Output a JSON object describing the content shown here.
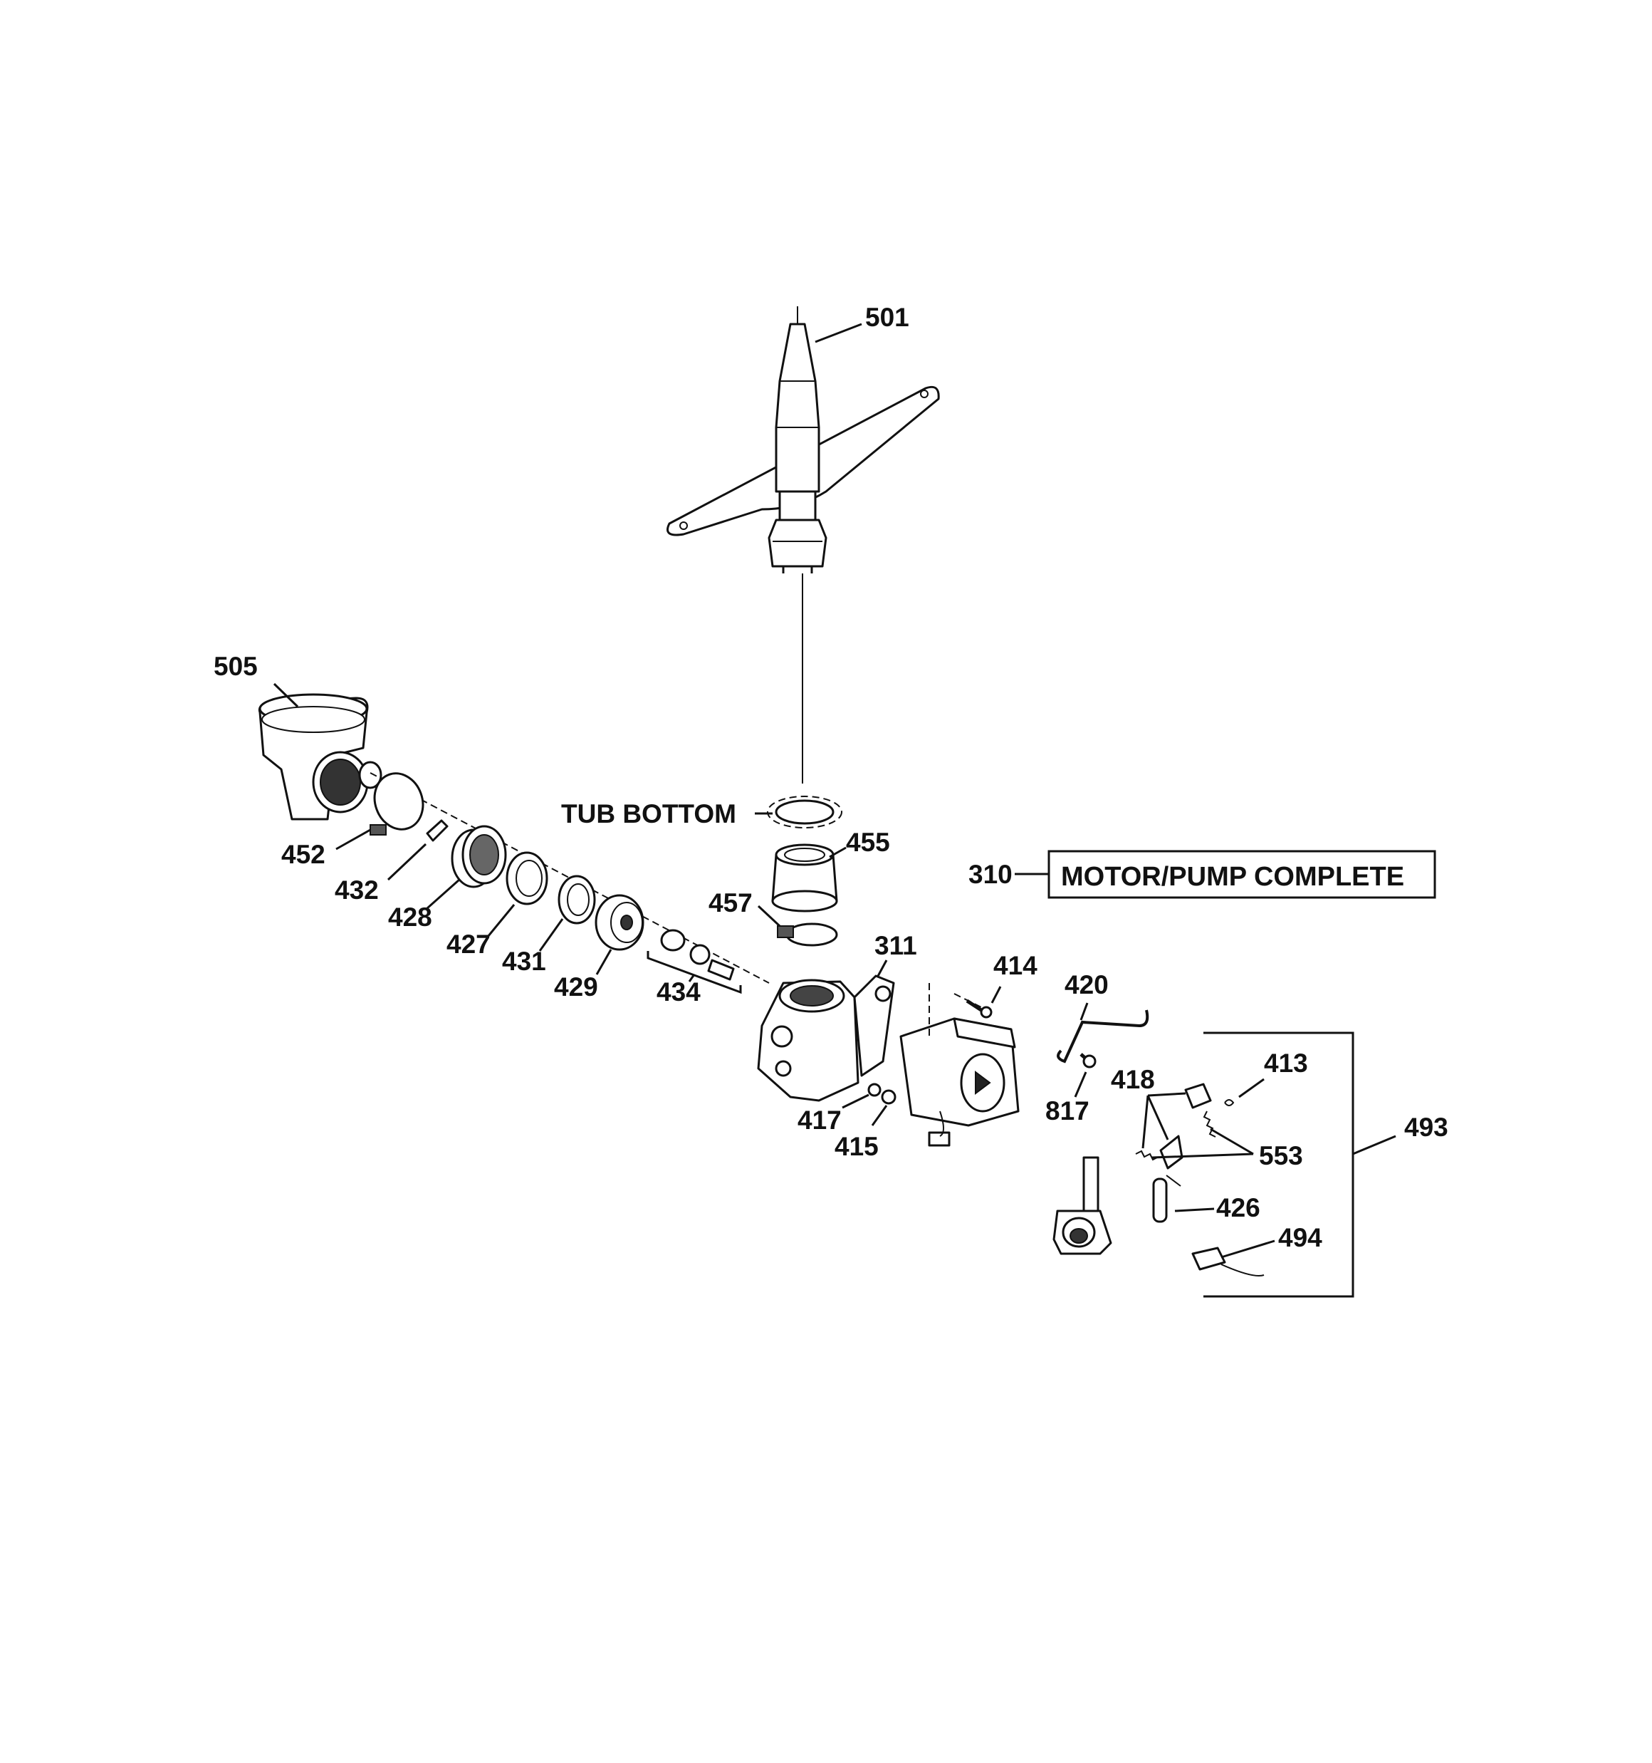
{
  "callouts": {
    "c501": "501",
    "c505": "505",
    "tub_bottom": "TUB BOTTOM",
    "c455": "455",
    "c452": "452",
    "c432": "432",
    "c428": "428",
    "c427": "427",
    "c431": "431",
    "c429": "429",
    "c434": "434",
    "c457": "457",
    "c311": "311",
    "c310": "310",
    "c414": "414",
    "c420": "420",
    "c417": "417",
    "c415": "415",
    "c817": "817",
    "c418": "418",
    "c413": "413",
    "c553": "553",
    "c493": "493",
    "c426": "426",
    "c494": "494"
  },
  "motor_pump_box": {
    "label": "MOTOR/PUMP COMPLETE"
  }
}
